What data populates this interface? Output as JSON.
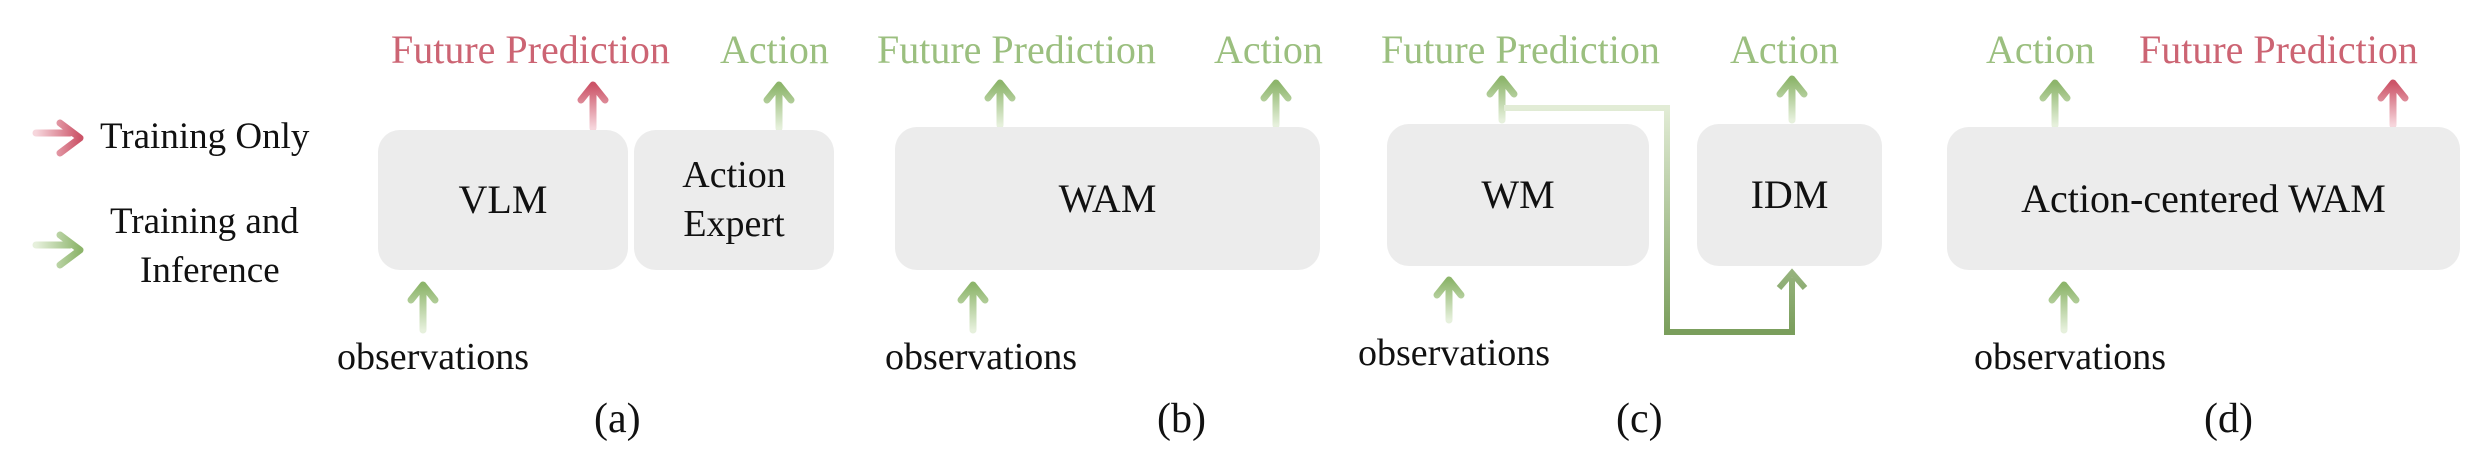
{
  "legend": {
    "training_only": "Training Only",
    "training_and_inference_line1": "Training and",
    "training_and_inference_line2": "Inference"
  },
  "panel_a": {
    "caption": "(a)",
    "vlm": "VLM",
    "expert_line1": "Action",
    "expert_line2": "Expert",
    "future_prediction": "Future Prediction",
    "action": "Action",
    "observations": "observations"
  },
  "panel_b": {
    "caption": "(b)",
    "wam": "WAM",
    "future_prediction": "Future Prediction",
    "action": "Action",
    "observations": "observations"
  },
  "panel_c": {
    "caption": "(c)",
    "wm": "WM",
    "idm": "IDM",
    "future_prediction": "Future Prediction",
    "action": "Action",
    "observations": "observations"
  },
  "panel_d": {
    "caption": "(d)",
    "wam": "Action-centered WAM",
    "action": "Action",
    "future_prediction": "Future Prediction",
    "observations": "observations"
  },
  "colors": {
    "training_only": "#cc6473",
    "training_and_inference": "#9bbf7f",
    "connector": "#7a9e5c",
    "box_fill": "#ececec"
  }
}
